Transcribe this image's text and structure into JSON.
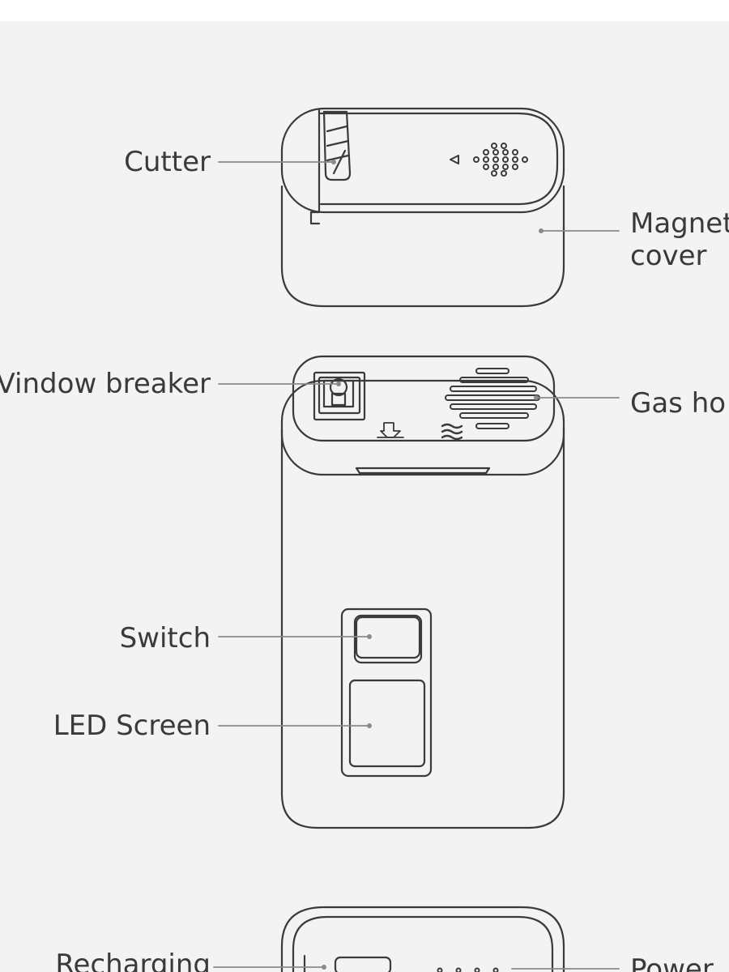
{
  "labels": {
    "cutter": "Cutter",
    "magnet_cover_line1": "Magnet",
    "magnet_cover_line2": "cover",
    "window_breaker": "Vindow breaker",
    "gas_hole": "Gas ho",
    "switch": "Switch",
    "led_screen": "LED Screen",
    "recharging": "Recharging",
    "power": "Power"
  },
  "colors": {
    "background": "#f3f3f3",
    "stroke": "#3a3a3a",
    "leader": "#8a8a8a",
    "text": "#3a3a3a"
  }
}
